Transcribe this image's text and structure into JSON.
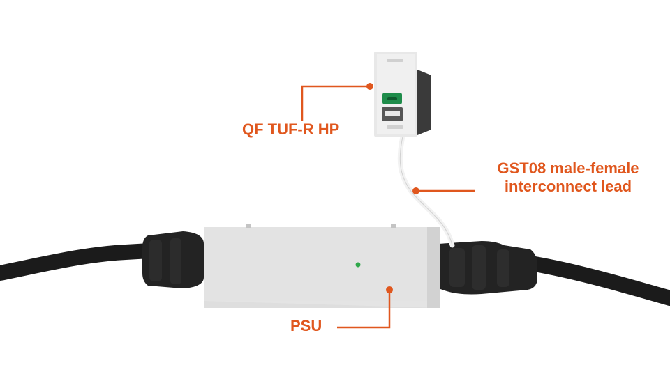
{
  "colors": {
    "accent": "#e0571e",
    "psu_body": "#dcdcdc",
    "module_body": "#e6e6e6",
    "cable": "#1b1b1b",
    "usb_c_port": "#1e8c4a",
    "indicator_led": "#2fa84a"
  },
  "callouts": {
    "module": {
      "label": "QF TUF-R HP"
    },
    "lead": {
      "line1": "GST08 male-female",
      "line2": "interconnect lead"
    },
    "psu": {
      "label": "PSU"
    }
  }
}
